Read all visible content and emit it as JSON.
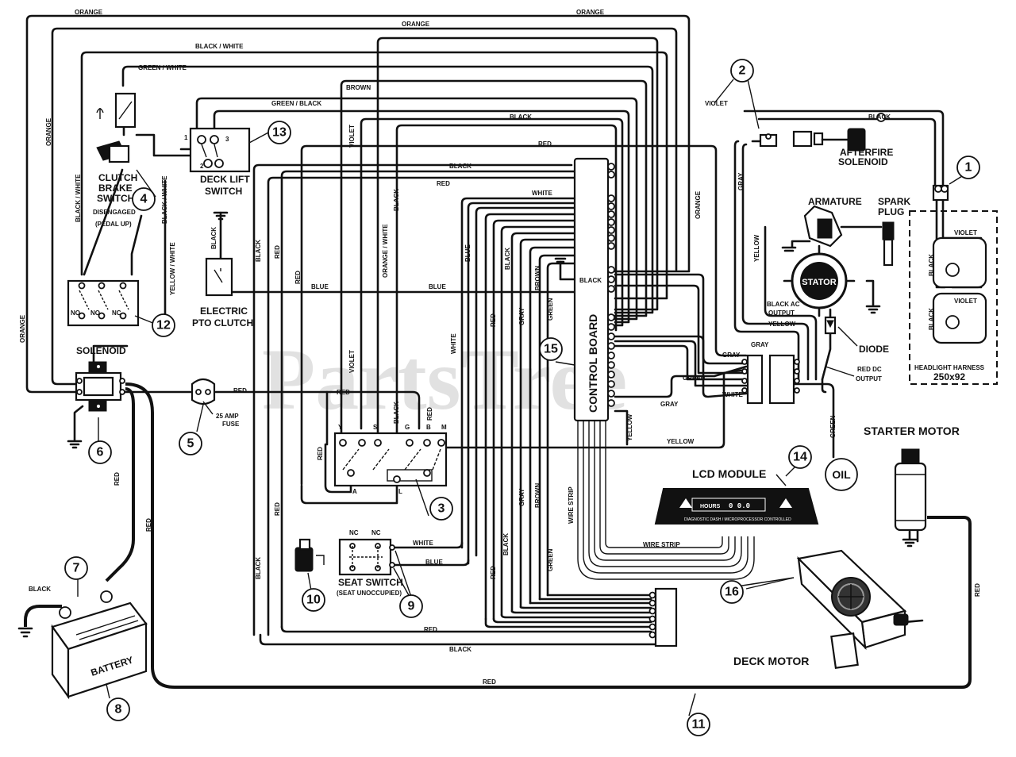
{
  "watermark": "PartsTree",
  "wires": {
    "orange_top": "ORANGE",
    "orange_top2": "ORANGE",
    "orange_mid": "ORANGE",
    "orange_left": "ORANGE",
    "orange_left2": "ORANGE",
    "orange_right": "ORANGE",
    "black_white_top": "BLACK / WHITE",
    "green_white": "GREEN / WHITE",
    "brown": "BROWN",
    "green_black": "GREEN / BLACK",
    "violet_top": "VIOLET",
    "black_top": "BLACK",
    "black_top2": "BLACK",
    "black_mid": "BLACK",
    "red_top": "RED",
    "red_mid": "RED",
    "white_mid": "WHITE",
    "black_white_left": "BLACK / WHITE",
    "black_white_left2": "BLACK / WHITE",
    "yellow_white": "YELLOW / WHITE",
    "violet_left": "VIOLET",
    "violet_left2": "VIOLET",
    "black_vert": "BLACK",
    "black_vert2": "BLACK",
    "red_vert": "RED",
    "red_vert2": "RED",
    "orange_white": "ORANGE / WHITE",
    "blue_vert": "BLUE",
    "blue_left": "BLUE",
    "blue_right": "BLUE",
    "blue_seat": "BLUE",
    "white_vert": "WHITE",
    "white_seat": "WHITE",
    "red_fuse": "RED",
    "red_sw": "RED",
    "black_sw": "BLACK",
    "red_sw2": "RED",
    "red_sw3": "RED",
    "red_vert3": "RED",
    "gray_vert": "GRAY",
    "gray_vert2": "GRAY",
    "green_vert": "GREEN",
    "green_vert2": "GREEN",
    "brown_vert": "BROWN",
    "brown_vert2": "BROWN",
    "black_vert3": "BLACK",
    "red_vert4": "RED",
    "red_vert5": "RED",
    "black_cb": "BLACK",
    "gray_right": "GRAY",
    "gray_right2": "GRAY",
    "gray_right3": "GRAY",
    "green_right": "GREEN",
    "white_right": "WHITE",
    "yellow_right": "YELLOW",
    "yellow_right2": "YELLOW",
    "yellow_stator": "YELLOW",
    "yellow_vert": "YELLOW",
    "gray_stator": "GRAY",
    "green_oil": "GREEN",
    "wire_strip": "WIRE STRIP",
    "wire_strip2": "WIRE STRIP",
    "red_bottom": "RED",
    "black_bottom": "BLACK",
    "red_bottom2": "RED",
    "red_battery": "RED",
    "red_battery2": "RED",
    "red_starter": "RED",
    "black_battery": "BLACK",
    "black_clutch": "BLACK",
    "violet_head": "VIOLET",
    "violet_head2": "VIOLET",
    "black_head": "BLACK",
    "black_head2": "BLACK"
  },
  "components": {
    "clutch_brake_switch": [
      "CLUTCH",
      "BRAKE",
      "SWITCH"
    ],
    "clutch_state": [
      "DISENGAGED",
      "(PEDAL UP)"
    ],
    "deck_lift_switch": [
      "DECK LIFT",
      "SWITCH"
    ],
    "electric_pto_clutch": [
      "ELECTRIC",
      "PTO CLUTCH"
    ],
    "solenoid": "SOLENOID",
    "fuse": [
      "25 AMP",
      "FUSE"
    ],
    "seat_switch": "SEAT SWITCH",
    "seat_state": "(SEAT UNOCCUPIED)",
    "battery": "BATTERY",
    "control_board": "CONTROL BOARD",
    "lcd_module": "LCD MODULE",
    "lcd_display": "HOURS",
    "lcd_value": "0 0.0",
    "lcd_caption": "DIAGNOSTIC DASH / MICROPROCESSOR CONTROLLED",
    "deck_motor": "DECK MOTOR",
    "starter_motor": "STARTER MOTOR",
    "afterfire_solenoid": [
      "AFTERFIRE",
      "SOLENOID"
    ],
    "armature": "ARMATURE",
    "spark_plug": [
      "SPARK",
      "PLUG"
    ],
    "stator": "STATOR",
    "black_ac_output": [
      "BLACK AC",
      "OUTPUT"
    ],
    "diode": "DIODE",
    "red_dc_output": [
      "RED DC",
      "OUTPUT"
    ],
    "headlight_harness": [
      "HEADLIGHT HARNESS",
      "250x92"
    ],
    "oil": "OIL"
  },
  "terminals": {
    "ign": [
      "Y",
      "S",
      "G",
      "B",
      "M",
      "A",
      "L"
    ],
    "nc_no": [
      "NO",
      "NO",
      "NC"
    ],
    "seat_nc": [
      "NC",
      "NC"
    ],
    "deck_lift": [
      "1",
      "3",
      "2"
    ]
  },
  "callouts": [
    "1",
    "2",
    "3",
    "4",
    "5",
    "6",
    "7",
    "8",
    "9",
    "10",
    "11",
    "12",
    "13",
    "14",
    "15",
    "16"
  ]
}
